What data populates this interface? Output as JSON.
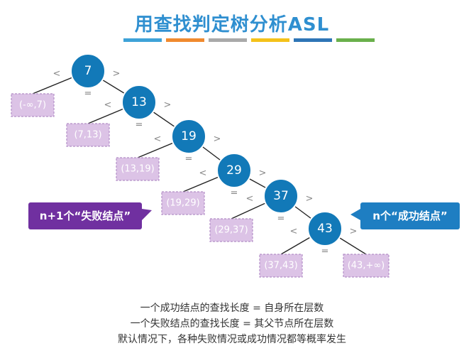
{
  "title": "用查找判定树分析ASL",
  "title_color": "#2f8fd0",
  "color_bar": [
    "#3ea2d8",
    "#f08a2e",
    "#a9a9a9",
    "#f4c21a",
    "#2e75b6",
    "#6ab04c"
  ],
  "colors": {
    "node_fill": "#1279b8",
    "node_stroke": "#ffffff",
    "leaf_fill": "#dcc3e6",
    "leaf_stroke": "#b38fc7",
    "left_callout": "#7030a0",
    "right_callout": "#1e7ec2",
    "edge": "#222222"
  },
  "edge_symbols": {
    "less": "<",
    "greater": ">",
    "equal": "="
  },
  "nodes": [
    "7",
    "13",
    "19",
    "29",
    "37",
    "43"
  ],
  "leaves": [
    "(-∞,7)",
    "(7,13)",
    "(13,19)",
    "(19,29)",
    "(29,37)",
    "(37,43)",
    "(43,+∞)"
  ],
  "callouts": {
    "failure": "n+1个“失败结点”",
    "success": "n个“成功结点”"
  },
  "notes": [
    "一个成功结点的查找长度 = 自身所在层数",
    "一个失败结点的查找长度 = 其父节点所在层数",
    "默认情况下，各种失败情况或成功情况都等概率发生"
  ]
}
